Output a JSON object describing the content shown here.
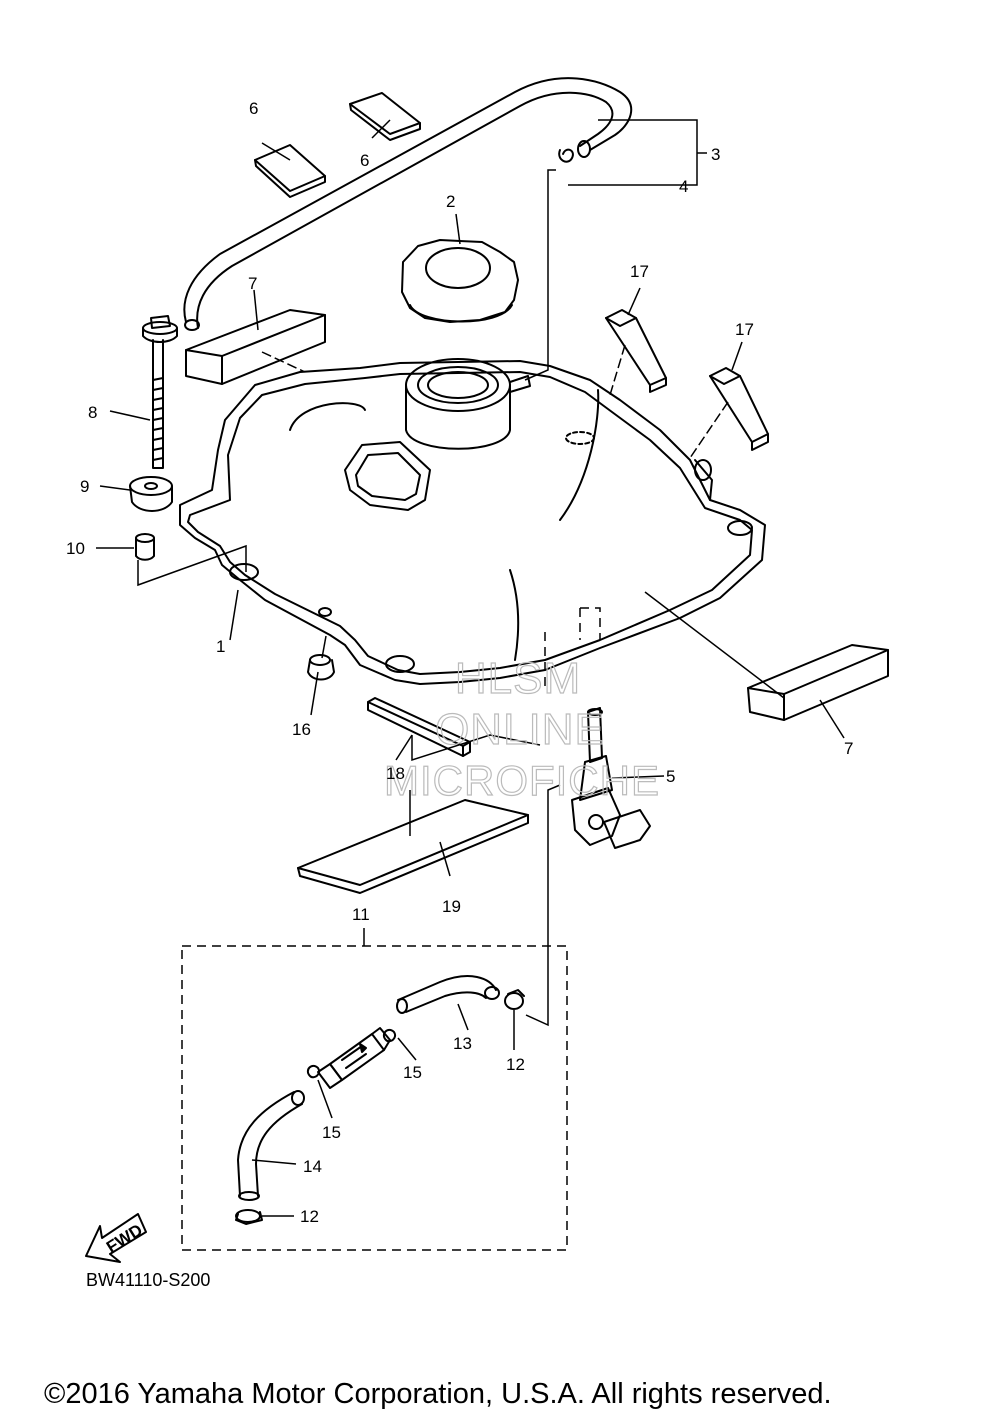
{
  "diagram": {
    "code": "BW41110-S200",
    "copyright": "©2016 Yamaha Motor Corporation, U.S.A. All rights reserved.",
    "fwd_label": "FWD",
    "watermark": [
      "HLSM",
      "ONLINE",
      "MICROFICHE"
    ],
    "callouts": {
      "c1": "1",
      "c2": "2",
      "c3": "3",
      "c4": "4",
      "c5": "5",
      "c6a": "6",
      "c6b": "6",
      "c7a": "7",
      "c7b": "7",
      "c8": "8",
      "c9": "9",
      "c10": "10",
      "c11": "11",
      "c12a": "12",
      "c12b": "12",
      "c13": "13",
      "c14": "14",
      "c15a": "15",
      "c15b": "15",
      "c16": "16",
      "c17a": "17",
      "c17b": "17",
      "c18": "18",
      "c19": "19"
    }
  }
}
